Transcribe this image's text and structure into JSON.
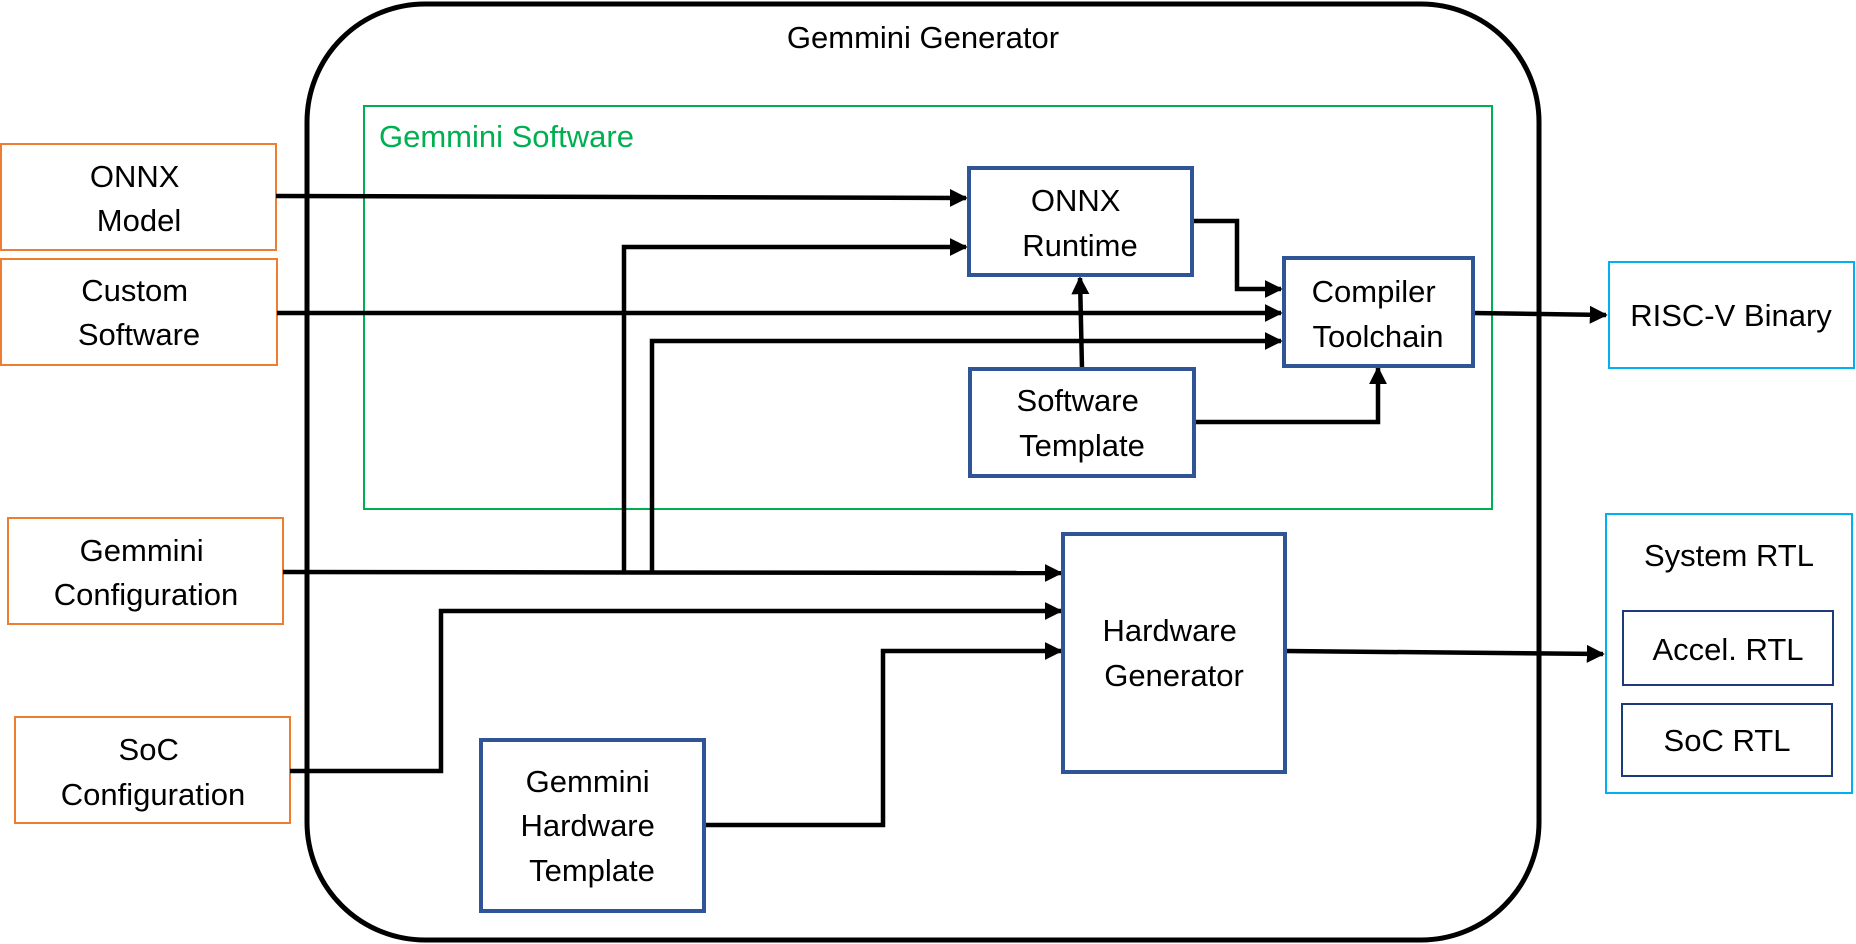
{
  "generator": {
    "title": "Gemmini Generator"
  },
  "software_region": {
    "title": "Gemmini Software"
  },
  "inputs": {
    "onnx_model": [
      "ONNX",
      "Model"
    ],
    "custom_software": [
      "Custom",
      "Software"
    ],
    "gemmini_configuration": [
      "Gemmini",
      "Configuration"
    ],
    "soc_configuration": [
      "SoC",
      "Configuration"
    ]
  },
  "blocks": {
    "onnx_runtime": [
      "ONNX",
      "Runtime"
    ],
    "compiler_toolchain": [
      "Compiler",
      "Toolchain"
    ],
    "software_template": [
      "Software",
      "Template"
    ],
    "hardware_generator": [
      "Hardware",
      "Generator"
    ],
    "gemmini_hardware_template": [
      "Gemmini",
      "Hardware",
      "Template"
    ]
  },
  "outputs": {
    "risc_v_binary": "RISC-V Binary",
    "system_rtl": {
      "title": "System RTL",
      "accel_rtl": "Accel. RTL",
      "soc_rtl": "SoC RTL"
    }
  },
  "colors": {
    "input_border": "#ed7d31",
    "block_border": "#2f5597",
    "software_border": "#00b050",
    "output_outer_border": "#00b0f0",
    "output_inner_border": "#1f3a7a",
    "line": "#000000"
  }
}
